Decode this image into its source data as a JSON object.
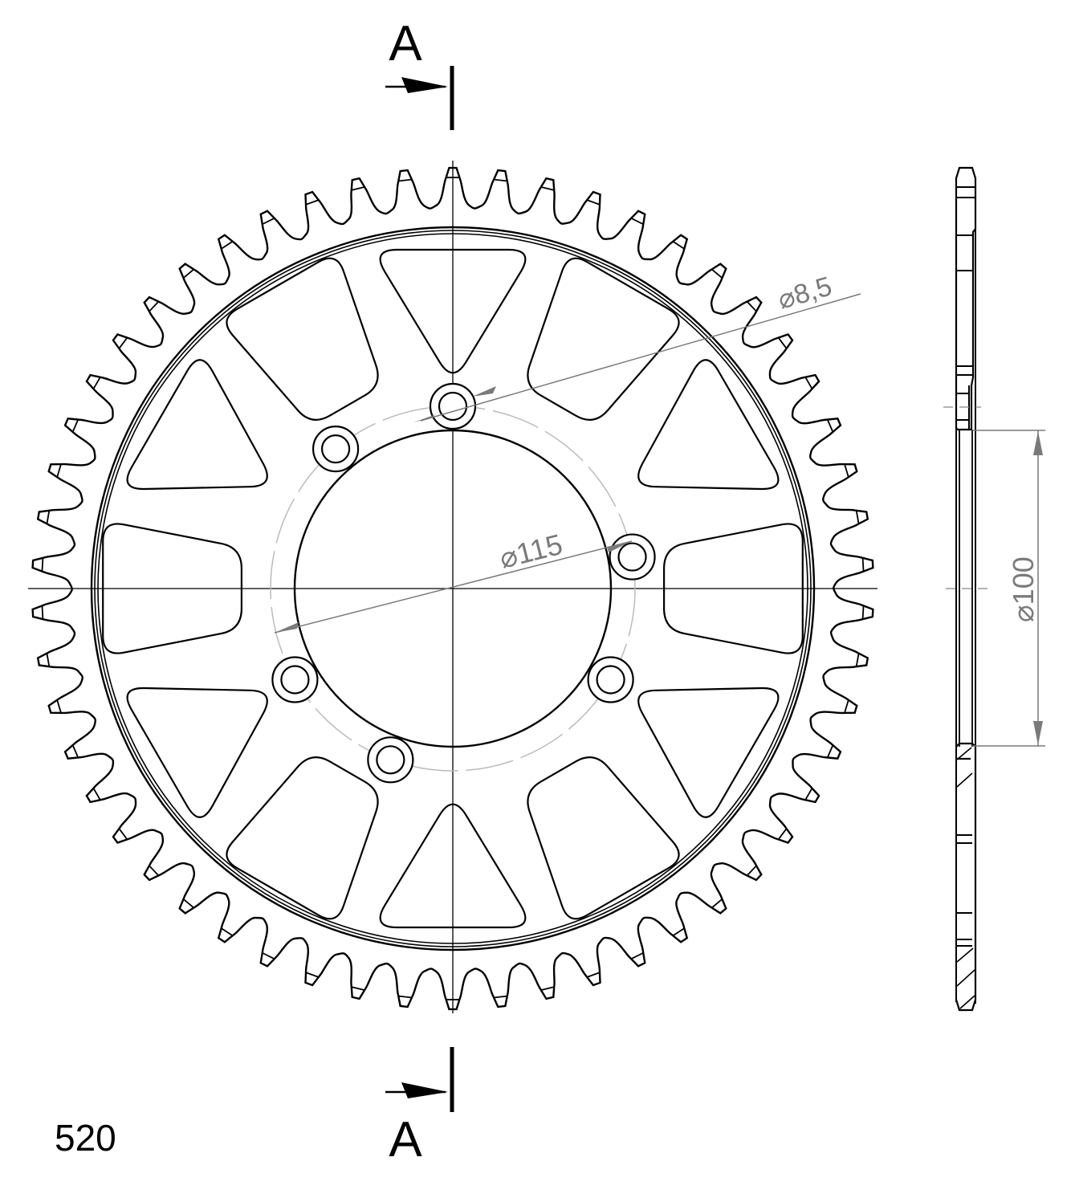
{
  "drawing": {
    "title": "Rear sprocket technical drawing",
    "section_label_top": "A",
    "section_label_bottom": "A",
    "chain_pitch_label": "520",
    "tooth_count": 54,
    "bolt_holes": 6
  },
  "dimensions": {
    "bolt_hole_diameter": "8,5",
    "bolt_circle_diameter": "115",
    "center_bore_diameter": "100",
    "diameter_symbol": "⌀"
  },
  "colors": {
    "line": "#000000",
    "dimension": "#7a7a7a",
    "centerline_dashed": "#bbbbbb",
    "background": "#ffffff"
  }
}
